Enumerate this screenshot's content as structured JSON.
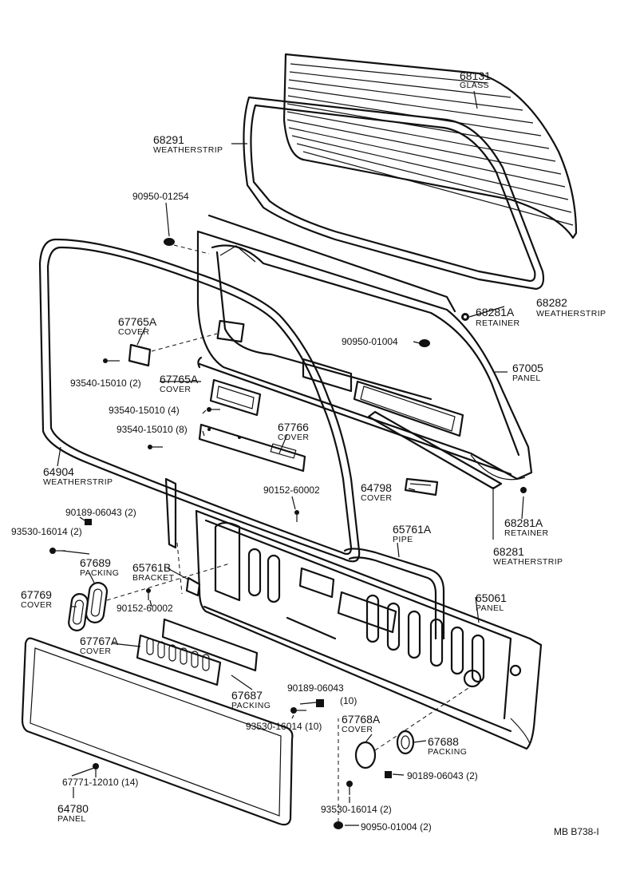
{
  "labels": {
    "glass_num": "68131",
    "glass_name": "GLASS",
    "ws1_num": "68291",
    "ws1_name": "WEATHERSTRIP",
    "clip1": "90950-01254",
    "ret_a_num": "68281A",
    "ret_a_name": "RETAINER",
    "ws2_num": "68282",
    "ws2_name": "WEATHERSTRIP",
    "clip2": "90950-01004",
    "panel_upper_num": "67005",
    "panel_upper_name": "PANEL",
    "cov1_num": "67765A",
    "cov1_name": "COVER",
    "scr1": "93540-15010 (2)",
    "cov2_num": "67765A",
    "cov2_name": "COVER",
    "scr2": "93540-15010 (4)",
    "scr3": "93540-15010 (8)",
    "cov3_num": "67766",
    "cov3_name": "COVER",
    "ws3_num": "64904",
    "ws3_name": "WEATHERSTRIP",
    "cover_lock_num": "64798",
    "cover_lock_name": "COVER",
    "scr4": "90152-60002",
    "ret_b_num": "68281A",
    "ret_b_name": "RETAINER",
    "ws4_num": "68281",
    "ws4_name": "WEATHERSTRIP",
    "nut1": "90189-06043 (2)",
    "bolt1": "93530-16014 (2)",
    "pack1_num": "67689",
    "pack1_name": "PACKING",
    "brk_num": "65761B",
    "brk_name": "BRACKET",
    "pipe_num": "65761A",
    "pipe_name": "PIPE",
    "cov4_num": "67769",
    "cov4_name": "COVER",
    "scr5": "90152-60002",
    "panel_lower_num": "65061",
    "panel_lower_name": "PANEL",
    "cov5_num": "67767A",
    "cov5_name": "COVER",
    "pack2_num": "67687",
    "pack2_name": "PACKING",
    "nut2": "90189-06043",
    "nut2_qty": "(10)",
    "bolt2": "93530-16014 (10)",
    "cov6_num": "67768A",
    "cov6_name": "COVER",
    "pack3_num": "67688",
    "pack3_name": "PACKING",
    "nut3": "90189-06043 (2)",
    "scr6": "67771-12010 (14)",
    "panel_trim_num": "64780",
    "panel_trim_name": "PANEL",
    "bolt3": "93530-16014 (2)",
    "clip3": "90950-01004 (2)",
    "code": "MB  B738-I"
  }
}
